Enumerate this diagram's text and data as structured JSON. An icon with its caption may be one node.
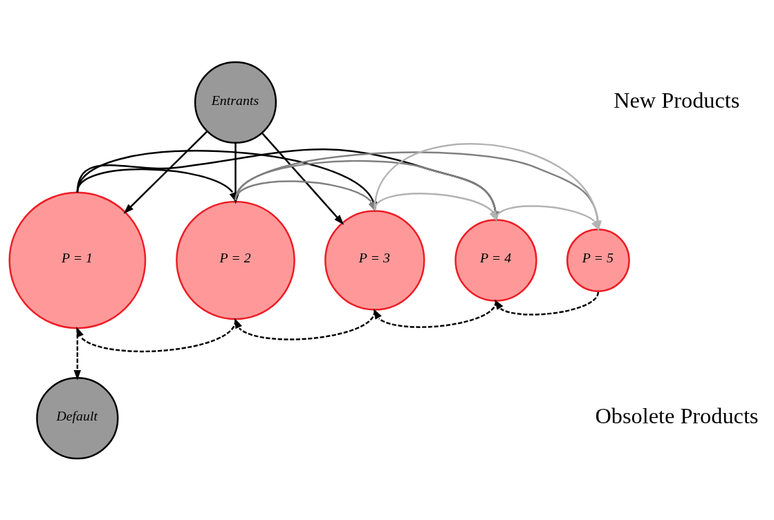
{
  "diagram": {
    "nodes": [
      {
        "text": [
          "Entrants"
        ]
      },
      {
        "text": [
          "P = 1"
        ]
      },
      {
        "text": [
          "P = 2"
        ]
      },
      {
        "text": [
          "P = 3"
        ]
      },
      {
        "text": [
          "P = 4"
        ]
      },
      {
        "text": [
          "P = 5"
        ]
      },
      {
        "text": [
          "Default"
        ]
      }
    ],
    "edges": [
      {
        "from": 0,
        "to": 1,
        "arrow": "to"
      },
      {
        "from": 0,
        "to": 2,
        "arrow": "to"
      },
      {
        "from": 0,
        "to": 3,
        "arrow": "to"
      },
      {
        "from": 1,
        "to": 2,
        "arrow": "to"
      },
      {
        "from": 1,
        "to": 3,
        "arrow": "to"
      },
      {
        "from": 1,
        "to": 4,
        "arrow": "to"
      },
      {
        "from": 2,
        "to": 3,
        "arrow": "to",
        "color": "#808080"
      },
      {
        "from": 2,
        "to": 4,
        "arrow": "to",
        "color": "#808080"
      },
      {
        "from": 2,
        "to": 5,
        "arrow": "to",
        "color": "#808080"
      },
      {
        "from": 3,
        "to": 4,
        "arrow": "to",
        "color": "#b3b3b3"
      },
      {
        "from": 3,
        "to": 5,
        "arrow": "to",
        "color": "#b3b3b3"
      },
      {
        "from": 4,
        "to": 5,
        "arrow": "to",
        "color": "#b3b3b3"
      },
      {
        "from": 2,
        "to": 1,
        "arrow": "to",
        "style": "dashed"
      },
      {
        "from": 3,
        "to": 2,
        "arrow": "to",
        "style": "dashed"
      },
      {
        "from": 4,
        "to": 3,
        "arrow": "to",
        "style": "dashed"
      },
      {
        "from": 5,
        "to": 4,
        "arrow": "to",
        "style": "dashed"
      },
      {
        "from": 1,
        "to": 6,
        "arrow": "to",
        "style": "dashed"
      }
    ],
    "labels": [
      "New Products",
      "Obsolete Products"
    ]
  }
}
